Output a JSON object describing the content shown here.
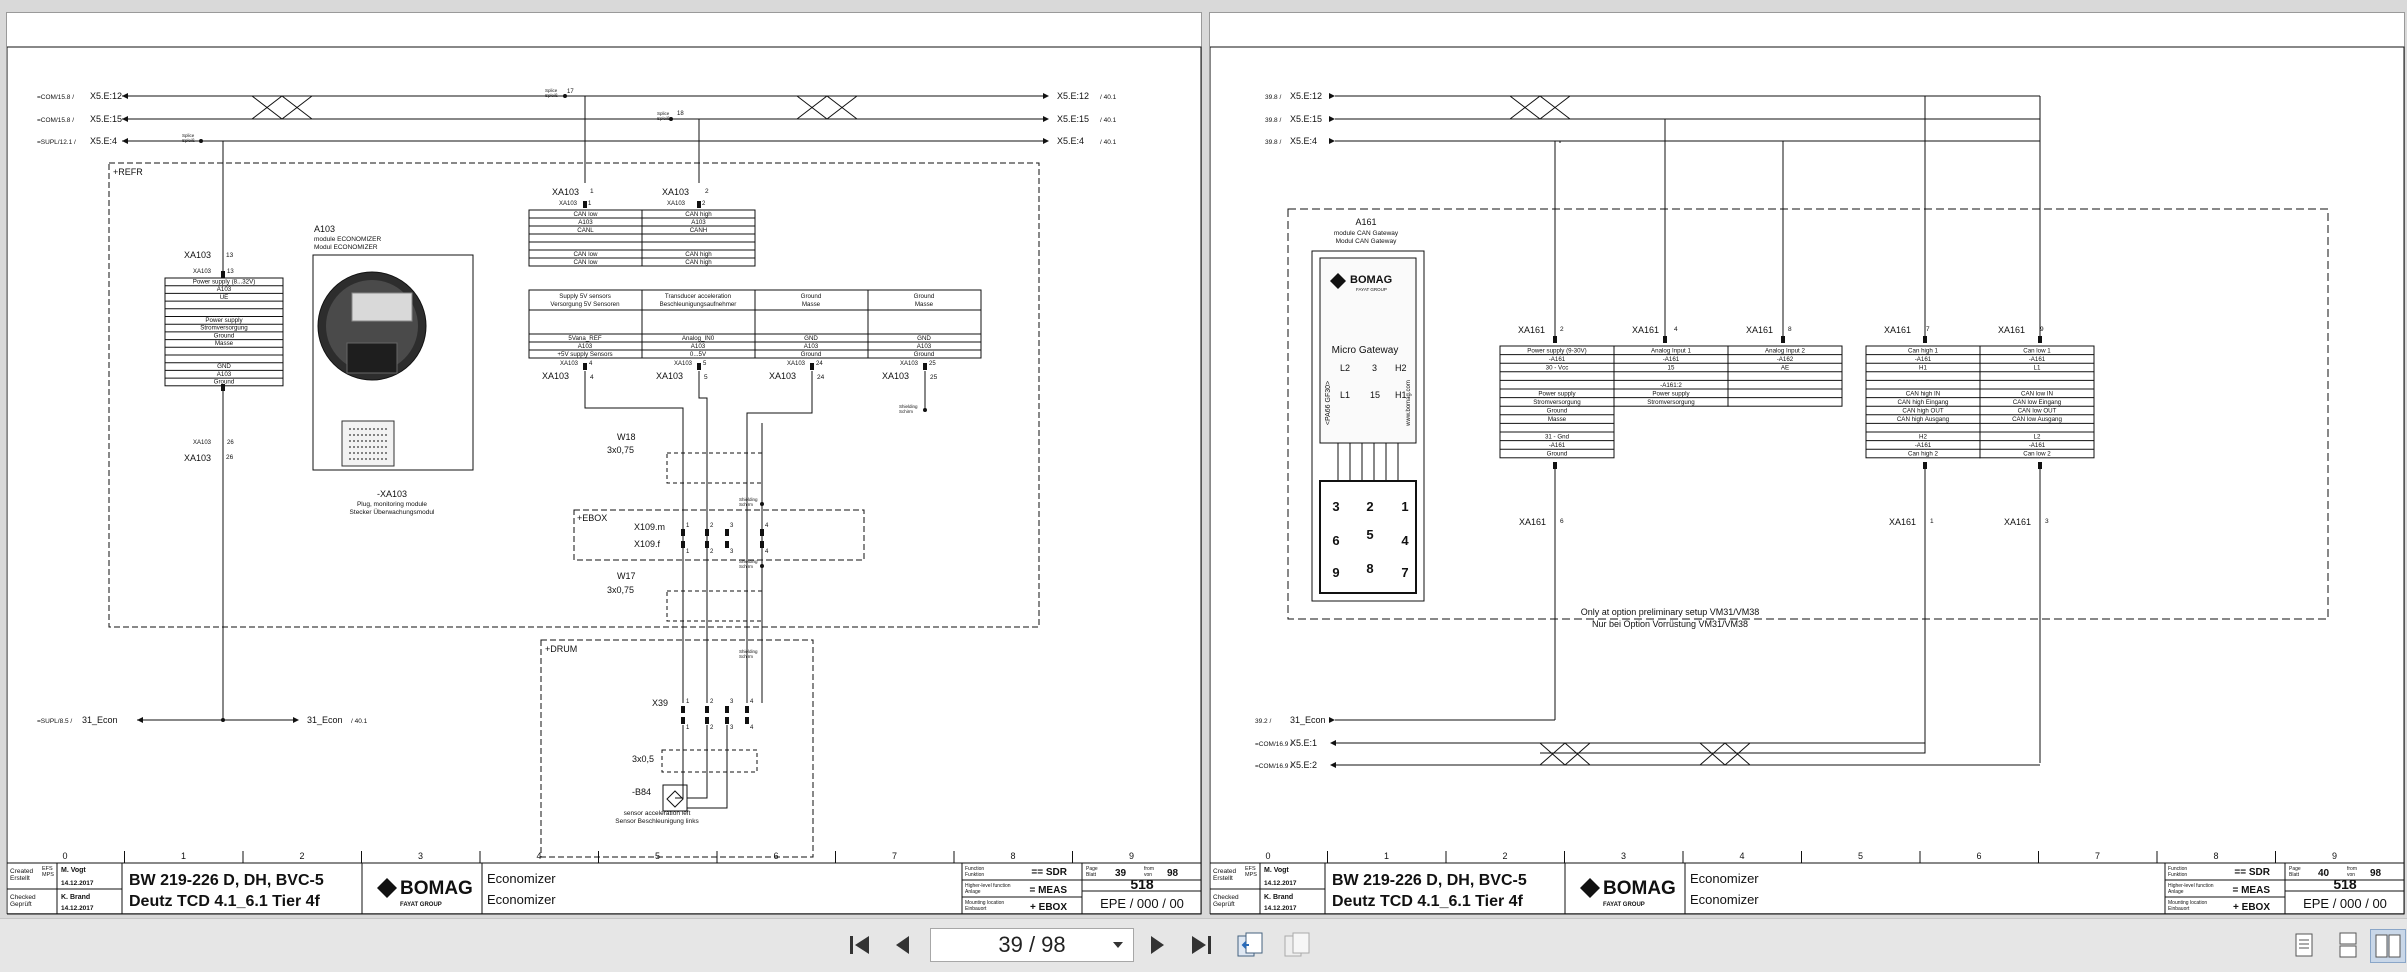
{
  "left_page": {
    "signals": [
      {
        "ref": "=COM/15.8",
        "label": "X5.E:12",
        "right": "X5.E:12",
        "right_ref": "/ 40.1"
      },
      {
        "ref": "=COM/15.8",
        "label": "X5.E:15",
        "right": "X5.E:15",
        "right_ref": "/ 40.1"
      },
      {
        "ref": "=SUPL/12.1",
        "label": "X5.E:4",
        "right": "X5.E:4",
        "right_ref": "/ 40.1"
      }
    ],
    "splice": [
      "Splice",
      "Spleiß"
    ],
    "splice_nums": [
      "17",
      "18"
    ],
    "refr_label": "+REFR",
    "ebox_label": "+EBOX",
    "drum_label": "+DRUM",
    "xa103_left": {
      "top_name": "XA103",
      "top_pin": "13",
      "rows": [
        "Power supply (8...32V)",
        "A103",
        "UE",
        "",
        "",
        "Power supply",
        "Stromversorgung",
        "Ground",
        "Masse",
        "",
        "",
        "GND",
        "A103",
        "Ground"
      ],
      "bottom_name": "XA103",
      "bottom_pin": "26"
    },
    "a103_module": {
      "name": "A103",
      "line1": "module ECONOMIZER",
      "line2": "Modul ECONOMIZER",
      "plug_name": "-XA103",
      "plug1": "Plug, monitoring module",
      "plug2": "Stecker Überwachungsmodul"
    },
    "xa103_table": {
      "cols": [
        {
          "name": "XA103",
          "pin": "1",
          "rows": [
            "CAN low",
            "A103",
            "CANL",
            "",
            "",
            "CAN low",
            "CAN low"
          ]
        },
        {
          "name": "XA103",
          "pin": "2",
          "rows": [
            "CAN high",
            "A103",
            "CANH",
            "",
            "",
            "CAN high",
            "CAN high"
          ]
        }
      ],
      "lower_cols": [
        {
          "pin": "4",
          "h1": "Supply 5V sensors",
          "h2": "Versorgung 5V Sensoren",
          "f1": "5Vana_REF",
          "f2": "A103",
          "f3": "+5V supply Sensors"
        },
        {
          "pin": "5",
          "h1": "Transducer acceleration",
          "h2": "Beschleunigungsaufnehmer",
          "f1": "Analog_IN0",
          "f2": "A103",
          "f3": "0...5V"
        },
        {
          "pin": "24",
          "h1": "Ground",
          "h2": "Masse",
          "f1": "GND",
          "f2": "A103",
          "f3": "Ground"
        },
        {
          "pin": "25",
          "h1": "Ground",
          "h2": "Masse",
          "f1": "GND",
          "f2": "A103",
          "f3": "Ground"
        }
      ]
    },
    "shielding": [
      "Shielding",
      "Schirm"
    ],
    "w18": {
      "name": "W18",
      "spec": "3x0,75"
    },
    "w17": {
      "name": "W17",
      "spec": "3x0,75"
    },
    "x109m": "X109.m",
    "x109f": "X109.f",
    "x39": "X39",
    "x39_spec": "3x0,5",
    "b84": {
      "name": "-B84",
      "line1": "sensor acceleration left",
      "line2": "Sensor Beschleunigung links"
    },
    "bottom_signal": {
      "ref": "=SUPL/8.5",
      "label": "31_Econ",
      "right": "31_Econ",
      "right_ref": "/ 40.1"
    }
  },
  "right_page": {
    "signals": [
      {
        "ref": "39.8",
        "label": "X5.E:12"
      },
      {
        "ref": "39.8",
        "label": "X5.E:15"
      },
      {
        "ref": "39.8",
        "label": "X5.E:4"
      }
    ],
    "a161": {
      "name": "A161",
      "line1": "module CAN Gateway",
      "line2": "Modul CAN Gateway",
      "brand": "BOMAG",
      "brand_sub": "FAYAT GROUP",
      "product": "Micro Gateway",
      "url": "www.bomag.com",
      "part": "<PA66 GF30>"
    },
    "connector_pins": [
      "3",
      "2",
      "1",
      "6",
      "5",
      "4",
      "9",
      "8",
      "7"
    ],
    "blocks": [
      {
        "name": "XA161",
        "pin": "2",
        "rows": [
          "Power supply (9-30V)",
          "-A161",
          "30 - Vcc",
          "",
          "",
          "Power supply",
          "Stromversorgung",
          "Ground",
          "Masse",
          "",
          "31 - Gnd",
          "-A161",
          "Ground"
        ],
        "bottom_pin": "6"
      },
      {
        "name": "XA161",
        "pin": "4",
        "rows": [
          "Analog Input 1",
          "-A161",
          "15",
          "",
          "-A161:2",
          "Power supply",
          "Stromversorgung"
        ]
      },
      {
        "name": "XA161",
        "pin": "8",
        "rows": [
          "Analog Input 2",
          "-A162",
          "AE",
          "",
          "",
          "",
          ""
        ]
      },
      {
        "name": "XA161",
        "pin": "7",
        "rows": [
          "Can high 1",
          "-A161",
          "H1",
          "",
          "",
          "CAN high IN",
          "CAN high Eingang",
          "CAN high OUT",
          "CAN high Ausgang",
          "",
          "H2",
          "-A161",
          "Can high 2"
        ],
        "bottom_pin": "1"
      },
      {
        "name": "XA161",
        "pin": "9",
        "rows": [
          "Can low 1",
          "-A161",
          "L1",
          "",
          "",
          "CAN low IN",
          "CAN low Eingang",
          "CAN low OUT",
          "CAN low Ausgang",
          "",
          "L2",
          "-A161",
          "Can low 2"
        ],
        "bottom_pin": "3"
      }
    ],
    "option_note1": "Only at option preliminary setup VM31/VM38",
    "option_note2": "Nur bei Option Vorrüstung VM31/VM38",
    "bottom_signals": [
      {
        "ref": "39.2",
        "label": "31_Econ"
      },
      {
        "ref": "=COM/16.9",
        "label": "X5.E:1"
      },
      {
        "ref": "=COM/16.9",
        "label": "X5.E:2"
      }
    ]
  },
  "column_numbers": [
    "0",
    "1",
    "2",
    "3",
    "4",
    "5",
    "6",
    "7",
    "8",
    "9"
  ],
  "title_blocks": [
    {
      "created_label": "Created",
      "created_label2": "Erstellt",
      "efs": "EFS",
      "mps": "MPS",
      "creator": "M. Vogt",
      "created_date": "14.12.2017",
      "checked_label": "Checked",
      "checked_label2": "Geprüft",
      "checker": "K. Brand",
      "checked_date": "14.12.2017",
      "machine": "BW 219-226 D, DH, BVC-5",
      "engine": "Deutz TCD 4.1_6.1 Tier 4f",
      "logo": "BOMAG",
      "logo_sub": "FAYAT GROUP",
      "desc1": "Economizer",
      "desc2": "Economizer",
      "function_label": "Function",
      "function_label2": "Funktion",
      "function": "== SDR",
      "higher_label": "Higher-level function",
      "higher_label2": "Anlage",
      "higher": "= MEAS",
      "mounting_label": "Mounting location",
      "mounting_label2": "Einbauort",
      "mounting": "+ EBOX",
      "page_label": "Page",
      "page_label2": "Blatt",
      "page": "39",
      "from_label": "from",
      "from_label2": "von",
      "total": "98",
      "drawing_no": "518",
      "epe": "EPE / 000 / 00"
    },
    {
      "created_label": "Created",
      "created_label2": "Erstellt",
      "efs": "EFS",
      "mps": "MPS",
      "creator": "M. Vogt",
      "created_date": "14.12.2017",
      "checked_label": "Checked",
      "checked_label2": "Geprüft",
      "checker": "K. Brand",
      "checked_date": "14.12.2017",
      "machine": "BW 219-226 D, DH, BVC-5",
      "engine": "Deutz TCD 4.1_6.1 Tier 4f",
      "logo": "BOMAG",
      "logo_sub": "FAYAT GROUP",
      "desc1": "Economizer",
      "desc2": "Economizer",
      "function_label": "Function",
      "function_label2": "Funktion",
      "function": "== SDR",
      "higher_label": "Higher-level function",
      "higher_label2": "Anlage",
      "higher": "= MEAS",
      "mounting_label": "Mounting location",
      "mounting_label2": "Einbauort",
      "mounting": "+ EBOX",
      "page_label": "Page",
      "page_label2": "Blatt",
      "page": "40",
      "from_label": "from",
      "from_label2": "von",
      "total": "98",
      "drawing_no": "518",
      "epe": "EPE / 000 / 00"
    }
  ],
  "viewer": {
    "page_indicator": "39 / 98"
  }
}
